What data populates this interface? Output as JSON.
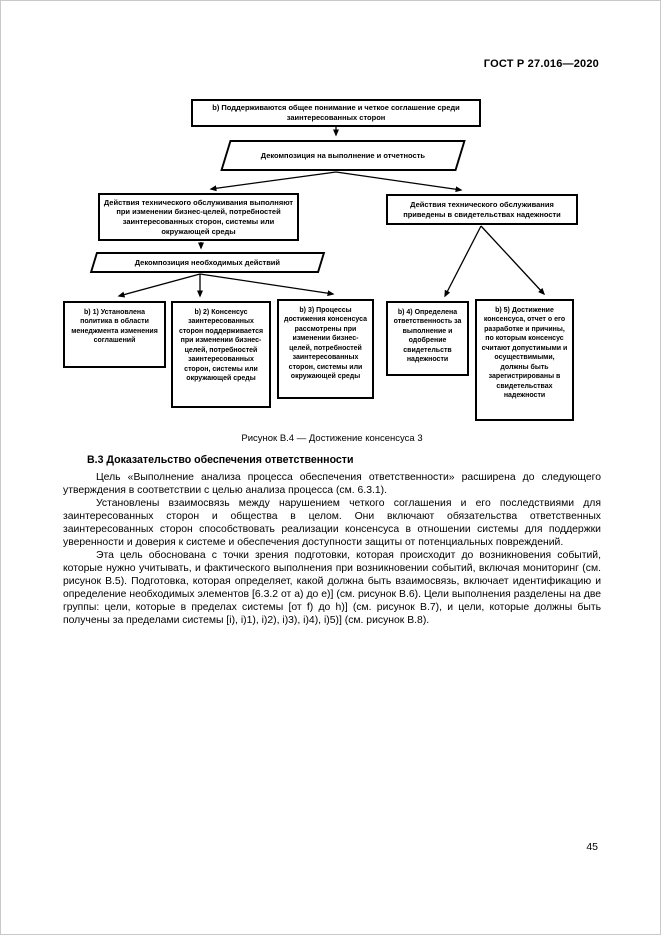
{
  "page": {
    "header": "ГОСТ Р 27.016—2020",
    "page_number": "45"
  },
  "diagram": {
    "top_box": "b) Поддерживаются общее понимание и четкое соглашение среди заинтересованных сторон",
    "parallelogram_1": "Декомпозиция на выполнение и отчетность",
    "left_box": "Действия технического обслуживания выполняют при изменении бизнес-целей, потребностей заинтересованных сторон, системы или окружающей среды",
    "right_box": "Действия технического обслуживания приведены в свидетельствах надежности",
    "parallelogram_2": "Декомпозиция необходимых действий",
    "leaf_1": "b) 1) Установлена политика в области менеджмента изменения соглашений",
    "leaf_2": "b) 2) Консенсус заинтересованных сторон поддерживается при изменении бизнес-целей, потребностей заинтересованных сторон, системы или окружающей среды",
    "leaf_3": "b) 3) Процессы достижения консенсуса рассмотрены при изменении бизнес-целей, потребностей заинтересованных сторон, системы или окружающей среды",
    "leaf_4": "b) 4) Определена ответственность за выполнение и одобрение свидетельств надежности",
    "leaf_5": "b) 5) Достижение консенсуса, отчет о его разработке и причины, по которым консенсус считают допустимыми и осуществимыми, должны быть зарегистрированы в свидетельствах надежности",
    "caption": "Рисунок В.4 — Достижение консенсуса 3"
  },
  "section": {
    "heading": "В.3 Доказательство обеспечения ответственности",
    "paragraphs": [
      "Цель «Выполнение анализа процесса обеспечения ответственности» расширена до следующего утверждения в соответствии с целью анализа процесса (см. 6.3.1).",
      "Установлены взаимосвязь между нарушением четкого соглашения и его последствиями для заинтересованных сторон и общества в целом. Они включают обязательства ответственных заинтересованных сторон способствовать реализации консенсуса в отношении системы для поддержки уверенности и доверия к системе и обеспечения доступности защиты от потенциальных повреждений.",
      "Эта цель обоснована с точки зрения подготовки, которая происходит до возникновения событий, которые нужно учитывать, и фактического выполнения при возникновении событий, включая мониторинг (см. рисунок В.5). Подготовка, которая определяет, какой должна быть взаимосвязь, включает идентификацию и определение необходимых элементов [6.3.2 от a) до e)] (см. рисунок В.6). Цели выполнения разделены на две группы: цели, которые в пределах системы [от f) до h)] (см. рисунок В.7), и цели, которые должны быть получены за пределами системы [i), i)1), i)2), i)3), i)4), i)5)] (см. рисунок В.8)."
    ]
  }
}
